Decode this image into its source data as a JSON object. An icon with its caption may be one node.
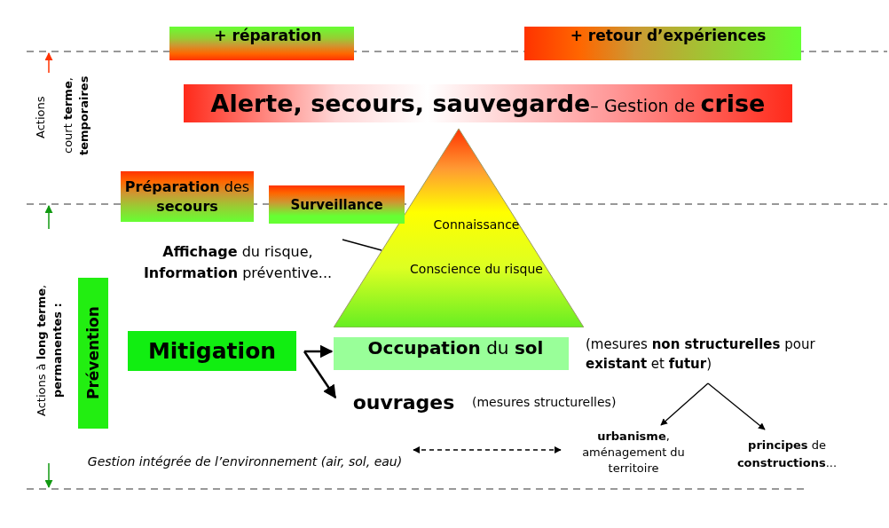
{
  "diagram": {
    "nodes": [
      {
        "text": [
          "+ réparation"
        ]
      },
      {
        "text": [
          "+ retour d’expériences"
        ]
      },
      {
        "text": [
          "**Alerte, secours, sauvegarde**– Gestion de **crise**"
        ]
      },
      {
        "text": [
          "Connaissance",
          "Conscience du risque"
        ]
      },
      {
        "text": [
          "**Préparation** des **secours**"
        ]
      },
      {
        "text": [
          "Surveillance"
        ]
      },
      {
        "text": [
          "**Affichage** du risque, **Information** préventive..."
        ]
      },
      {
        "text": [
          "Prévention"
        ]
      },
      {
        "text": [
          "Mitigation"
        ]
      },
      {
        "text": [
          "**Occupation** du **sol**"
        ]
      },
      {
        "text": [
          "ouvrages"
        ],
        "beside": [
          "(mesures structurelles)"
        ]
      },
      {
        "text": [
          "(mesures **non structurelles** pour **existant** et **futur**)"
        ]
      },
      {
        "text": [
          "**urbanisme**, aménagement du territoire"
        ]
      },
      {
        "text": [
          "**principes** de **constructions**..."
        ]
      },
      {
        "text": [
          "Gestion intégrée de l’environnement (air, sol, eau)"
        ]
      }
    ],
    "edges": [
      {
        "from": 8,
        "to": 9,
        "arrow": "to"
      },
      {
        "from": 8,
        "to": 10,
        "arrow": "to"
      },
      {
        "from": 11,
        "to": 12,
        "arrow": "to"
      },
      {
        "from": 11,
        "to": 13,
        "arrow": "to"
      },
      {
        "from": 14,
        "to": 12,
        "arrow": "both",
        "style": "dashed"
      },
      {
        "from": 6,
        "to": 3,
        "arrow": "none"
      }
    ],
    "labels": [
      "Actions",
      "court **terme**, **temporaires**",
      "Actions à **long terme**, **permanentes :**"
    ]
  }
}
